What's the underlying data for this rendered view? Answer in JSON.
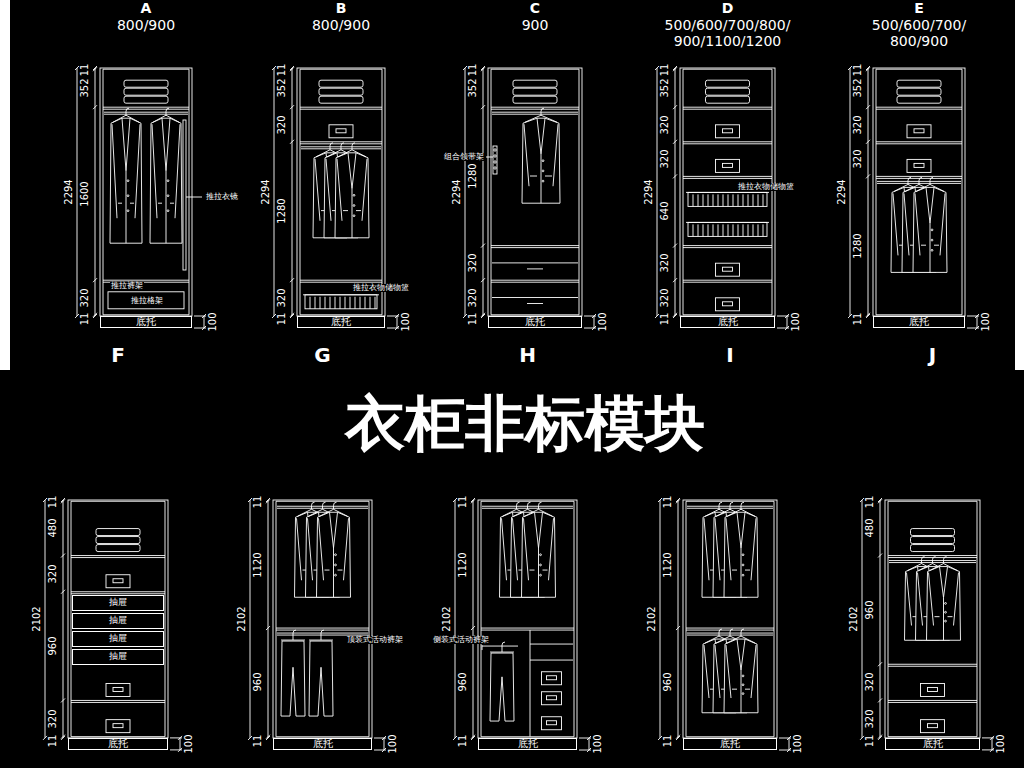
{
  "diagram": {
    "title": "衣柜非标模块",
    "nodes": [
      {
        "text": [
          "底托"
        ]
      },
      {
        "text": [
          "底托"
        ]
      },
      {
        "text": [
          "底托"
        ]
      },
      {
        "text": [
          "底托"
        ]
      },
      {
        "text": [
          "底托"
        ]
      },
      {
        "text": [
          "抽屉"
        ]
      },
      {
        "text": [
          "抽屉"
        ]
      },
      {
        "text": [
          "抽屉"
        ]
      },
      {
        "text": [
          "抽屉"
        ]
      },
      {
        "text": [
          "底托"
        ]
      },
      {
        "text": [
          "底托"
        ]
      },
      {
        "text": [
          "底托"
        ]
      },
      {
        "text": [
          "底托"
        ]
      },
      {
        "text": [
          "底托"
        ]
      }
    ],
    "labels": [
      "A",
      "800/900",
      "11",
      "352",
      "1600",
      "320",
      "11",
      "2294",
      "100",
      "推拉衣镜",
      "推拉裤架",
      "推拉格架",
      "B",
      "800/900",
      "11",
      "352",
      "320",
      "1280",
      "320",
      "11",
      "2294",
      "100",
      "推拉衣物储物篮",
      "C",
      "900",
      "11",
      "352",
      "1280",
      "320",
      "320",
      "11",
      "2294",
      "100",
      "组合领带架",
      "D",
      "500/600/700/800/ 900/1100/1200",
      "11",
      "352",
      "320",
      "320",
      "640",
      "320",
      "320",
      "11",
      "2294",
      "100",
      "推拉衣物储物篮",
      "E",
      "500/600/700/ 800/900",
      "11",
      "352",
      "320",
      "320",
      "1280",
      "11",
      "2294",
      "100",
      "F",
      "11",
      "480",
      "320",
      "960",
      "320",
      "11",
      "2102",
      "100",
      "G",
      "11",
      "1120",
      "960",
      "11",
      "2102",
      "100",
      "顶装式活动裤架",
      "H",
      "11",
      "1120",
      "960",
      "11",
      "2102",
      "100",
      "侧装式活动裤架",
      "I",
      "11",
      "1120",
      "960",
      "11",
      "2102",
      "100",
      "J",
      "11",
      "480",
      "960",
      "320",
      "320",
      "11",
      "2102",
      "100"
    ]
  }
}
